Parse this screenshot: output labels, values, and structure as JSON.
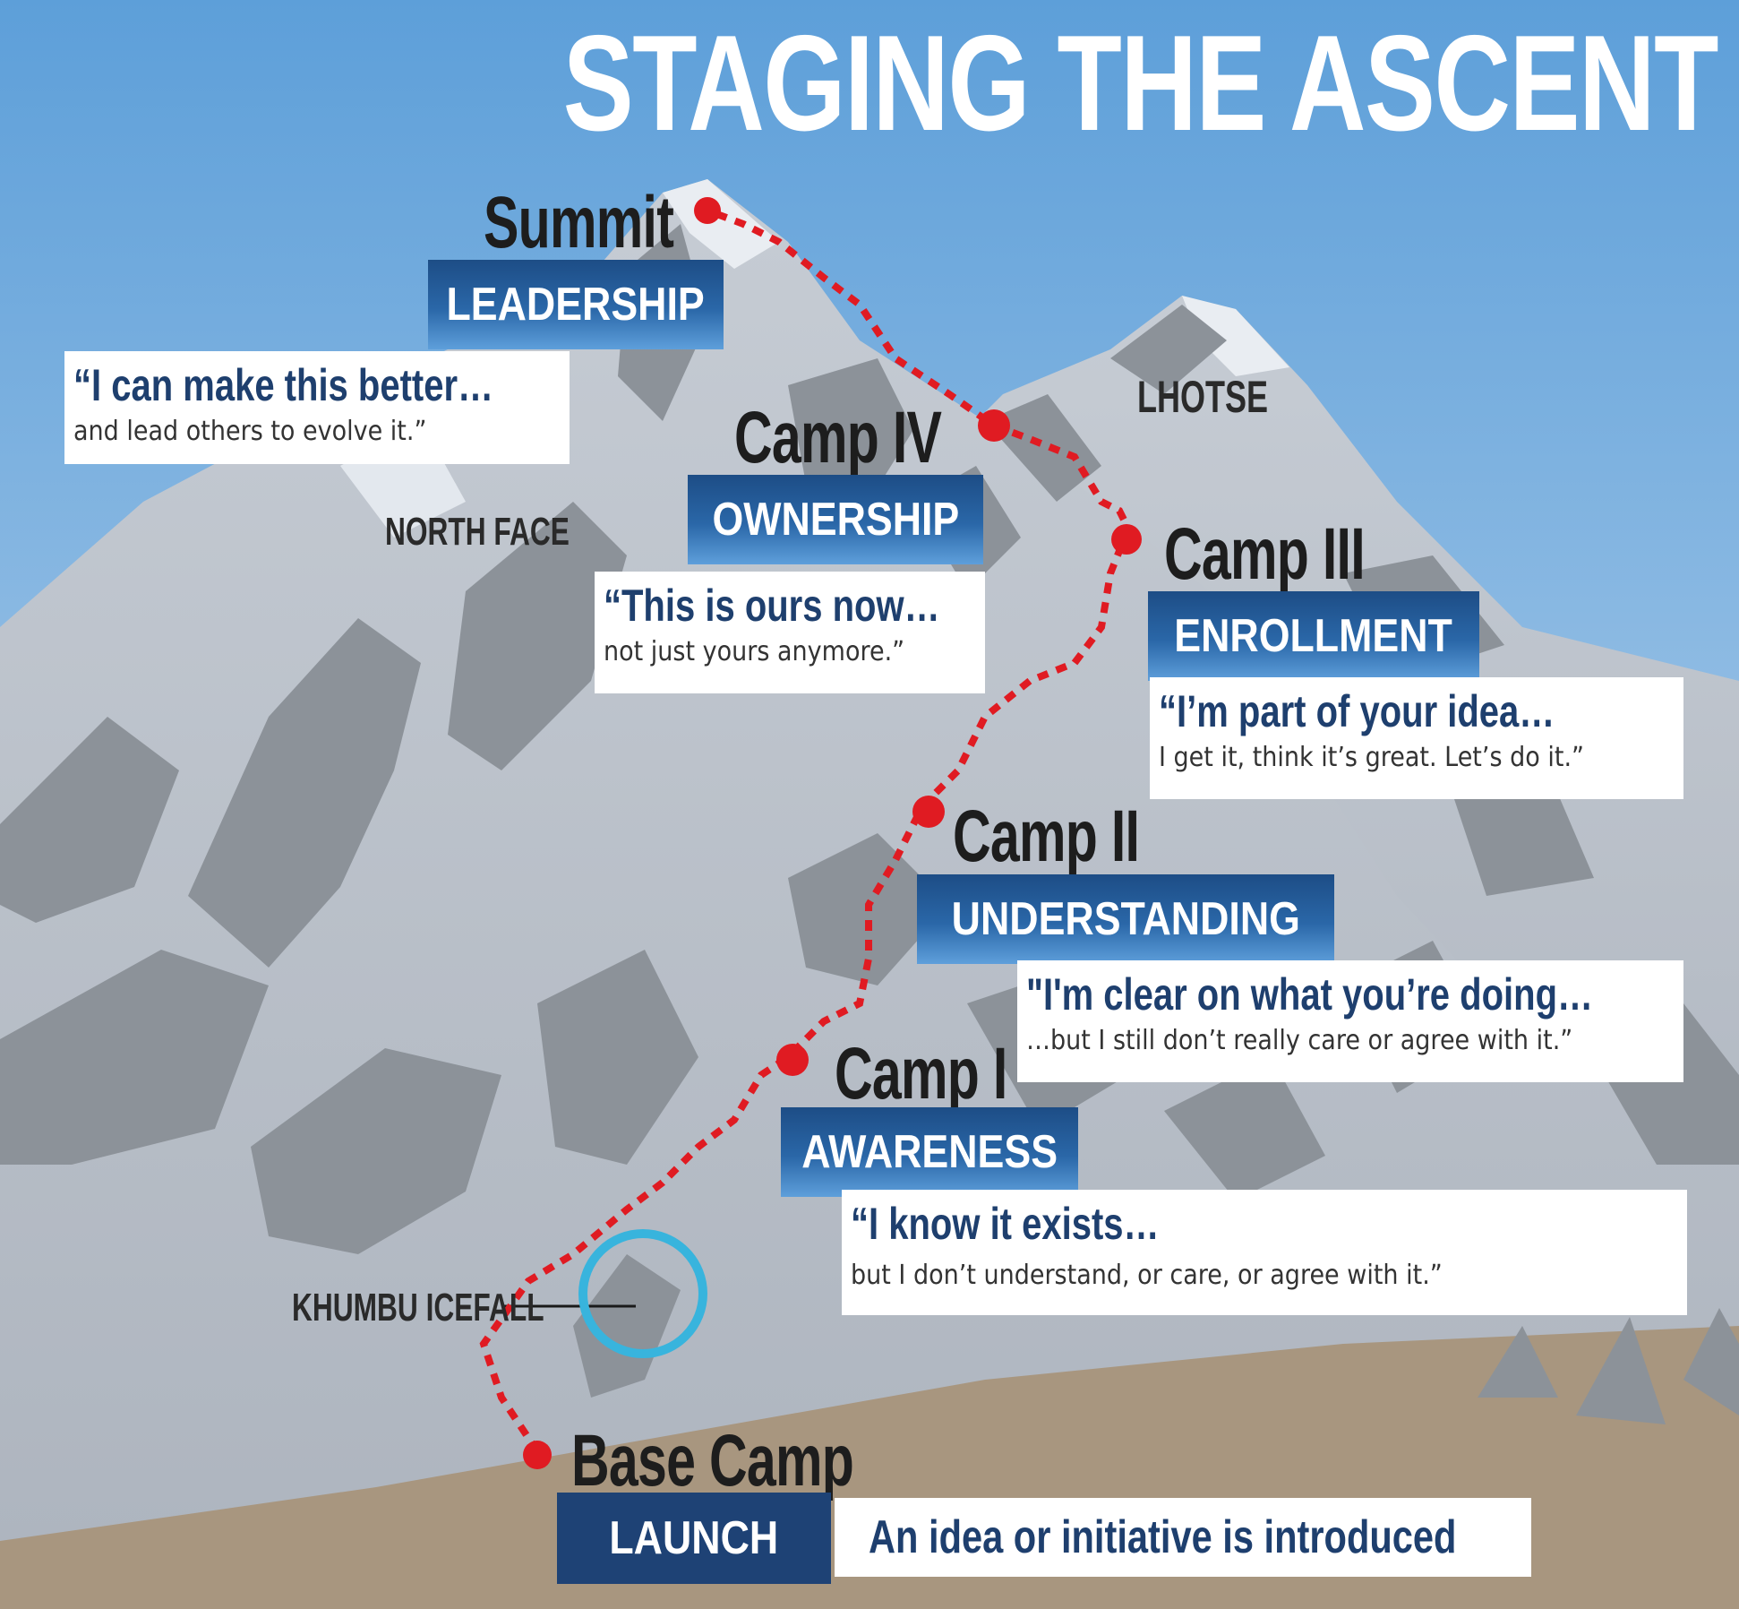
{
  "title": "STAGING THE ASCENT",
  "map_labels": {
    "north_face": "NORTH FACE",
    "lhotse": "LHOTSE",
    "khumbu_icefall": "KHUMBU ICEFALL"
  },
  "camps": [
    {
      "name": "Summit",
      "stage": "LEADERSHIP",
      "quote_bold": "“I can make this better…",
      "quote_rest": "and lead others to evolve it.”"
    },
    {
      "name": "Camp IV",
      "stage": "OWNERSHIP",
      "quote_bold": "“This is ours now…",
      "quote_rest": "not just yours anymore.”"
    },
    {
      "name": "Camp III",
      "stage": "ENROLLMENT",
      "quote_bold": "“I’m part of your idea…",
      "quote_rest": "I get it, think it’s great. Let’s do it.”"
    },
    {
      "name": "Camp II",
      "stage": "UNDERSTANDING",
      "quote_bold": "\"I'm clear on what you’re doing…",
      "quote_rest": "…but I still don’t really care or agree with it.”"
    },
    {
      "name": "Camp I",
      "stage": "AWARENESS",
      "quote_bold": "“I know it exists…",
      "quote_rest": "but I don’t understand, or care, or agree with it.”"
    },
    {
      "name": "Base Camp",
      "stage": "LAUNCH",
      "description": "An idea or initiative is introduced"
    }
  ],
  "colors": {
    "sky_top": "#5d9fd9",
    "sky_bottom": "#cfe1f0",
    "mountain": "#b9c1cb",
    "rock": "#8c9299",
    "ground": "#a8967f",
    "route": "#e01b22",
    "icefall_circle": "#38b4dd",
    "badge_dark": "#1e4275",
    "quote_text": "#1e3f6e"
  }
}
